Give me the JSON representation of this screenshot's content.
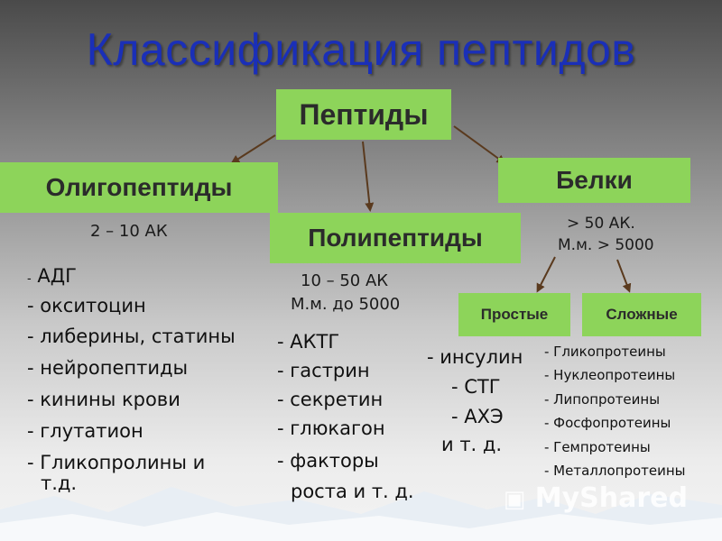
{
  "title": "Классификация пептидов",
  "root": "Пептиды",
  "oligo": {
    "label": "Олигопептиды",
    "range": "2 – 10  АК",
    "items_first": "АДГ",
    "items": [
      "- окситоцин",
      "- либерины, статины",
      "- нейропептиды",
      "- кинины крови",
      "- глутатион",
      "- Гликопролины и"
    ],
    "items_tail": "т.д."
  },
  "poly": {
    "label": "Полипептиды",
    "range_line1": "10 – 50  АК",
    "range_line2": "М.м. до 5000",
    "items": [
      "- АКТГ",
      "- гастрин",
      "- секретин",
      "- глюкагон",
      "- факторы"
    ],
    "items_tail": "роста и  т. д."
  },
  "proteins": {
    "label": "Белки",
    "range_line1": "> 50  АК.",
    "range_line2": "М.м. > 5000",
    "simple": {
      "label": "Простые",
      "items": [
        "- инсулин",
        "- СТГ",
        "- АХЭ",
        "и  т. д."
      ]
    },
    "complex": {
      "label": "Сложные",
      "items": [
        "- Гликопротеины",
        "- Нуклеопротеины",
        "- Липопротеины",
        "- Фосфопротеины",
        "- Гемпротеины",
        "- Металлопротеины"
      ]
    }
  },
  "watermark": "MyShared",
  "colors": {
    "title": "#1a2fb8",
    "box": "#8dd45a",
    "arrow": "#5a3a1e"
  }
}
